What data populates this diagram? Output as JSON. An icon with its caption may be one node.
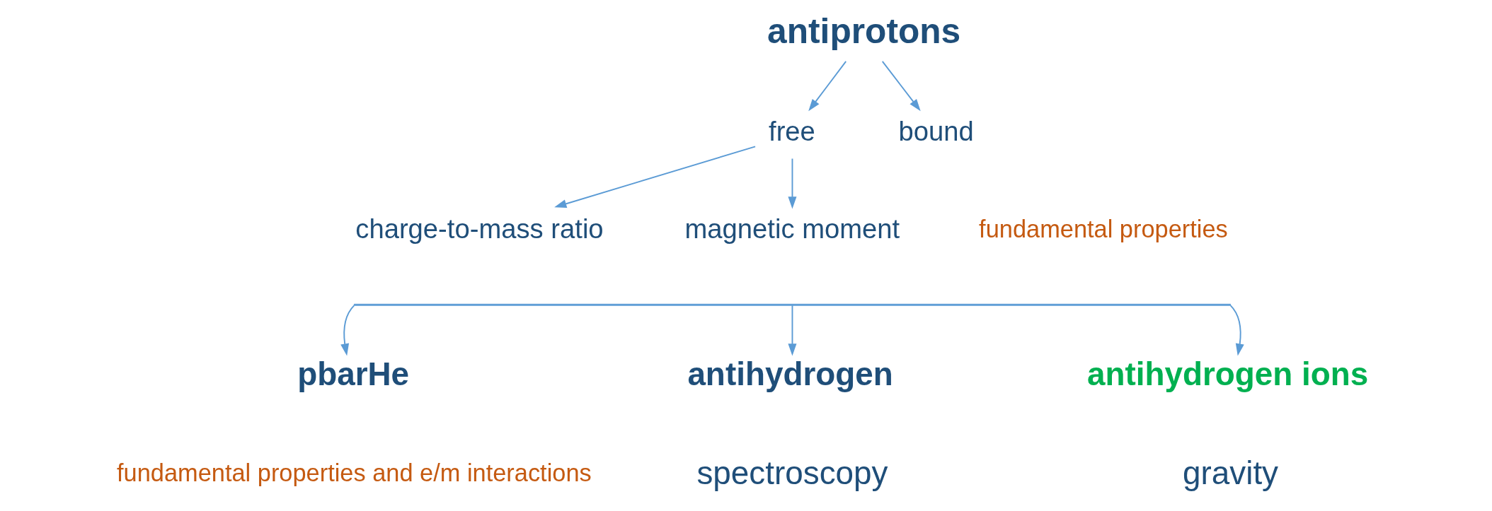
{
  "diagram": {
    "nodes": [
      {
        "text": [
          "antiprotons"
        ]
      },
      {
        "text": [
          "free"
        ]
      },
      {
        "text": [
          "bound"
        ]
      },
      {
        "text": [
          "charge-to-mass ratio"
        ]
      },
      {
        "text": [
          "magnetic moment"
        ]
      },
      {
        "text": [],
        "shape": "bar"
      },
      {
        "text": [
          "pbarHe"
        ]
      },
      {
        "text": [
          "antihydrogen"
        ]
      },
      {
        "text": [
          "antihydrogen ions"
        ]
      }
    ],
    "edges": [
      {
        "from": 0,
        "to": 1,
        "arrow": "to"
      },
      {
        "from": 0,
        "to": 2,
        "arrow": "to"
      },
      {
        "from": 1,
        "to": 3,
        "arrow": "to"
      },
      {
        "from": 1,
        "to": 4,
        "arrow": "to"
      },
      {
        "from": 5,
        "to": 6,
        "arrow": "to"
      },
      {
        "from": 5,
        "to": 7,
        "arrow": "to"
      },
      {
        "from": 5,
        "to": 8,
        "arrow": "to"
      }
    ],
    "labels": [
      "fundamental properties",
      "fundamental properties and e/m interactions",
      "spectroscopy",
      "gravity"
    ]
  }
}
